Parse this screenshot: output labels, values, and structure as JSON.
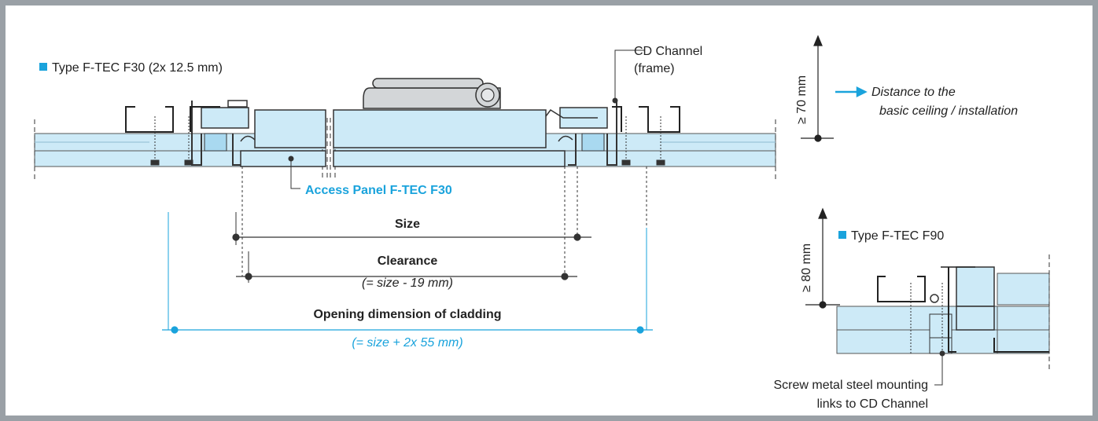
{
  "labels": {
    "type_f30": "Type F-TEC F30 (2x 12.5 mm)",
    "cd_channel_1": "CD Channel",
    "cd_channel_2": "(frame)",
    "min_70": "≥ 70 mm",
    "distance_1": "Distance to the",
    "distance_2": "basic ceiling / installation",
    "access_panel": "Access Panel F-TEC F30",
    "size": "Size",
    "clearance": "Clearance",
    "clearance_note": "(= size - 19 mm)",
    "opening": "Opening dimension of cladding",
    "opening_note": "(= size + 2x 55 mm)",
    "min_80": "≥ 80 mm",
    "type_f90": "Type F-TEC F90",
    "screw_1": "Screw metal steel mounting",
    "screw_2": "links to CD Channel"
  },
  "colors": {
    "accent": "#1aa3dc",
    "board_fill": "#cdeaf7",
    "board_dark": "#a9d9f0",
    "line": "#222222",
    "frame": "#9aa0a6"
  }
}
